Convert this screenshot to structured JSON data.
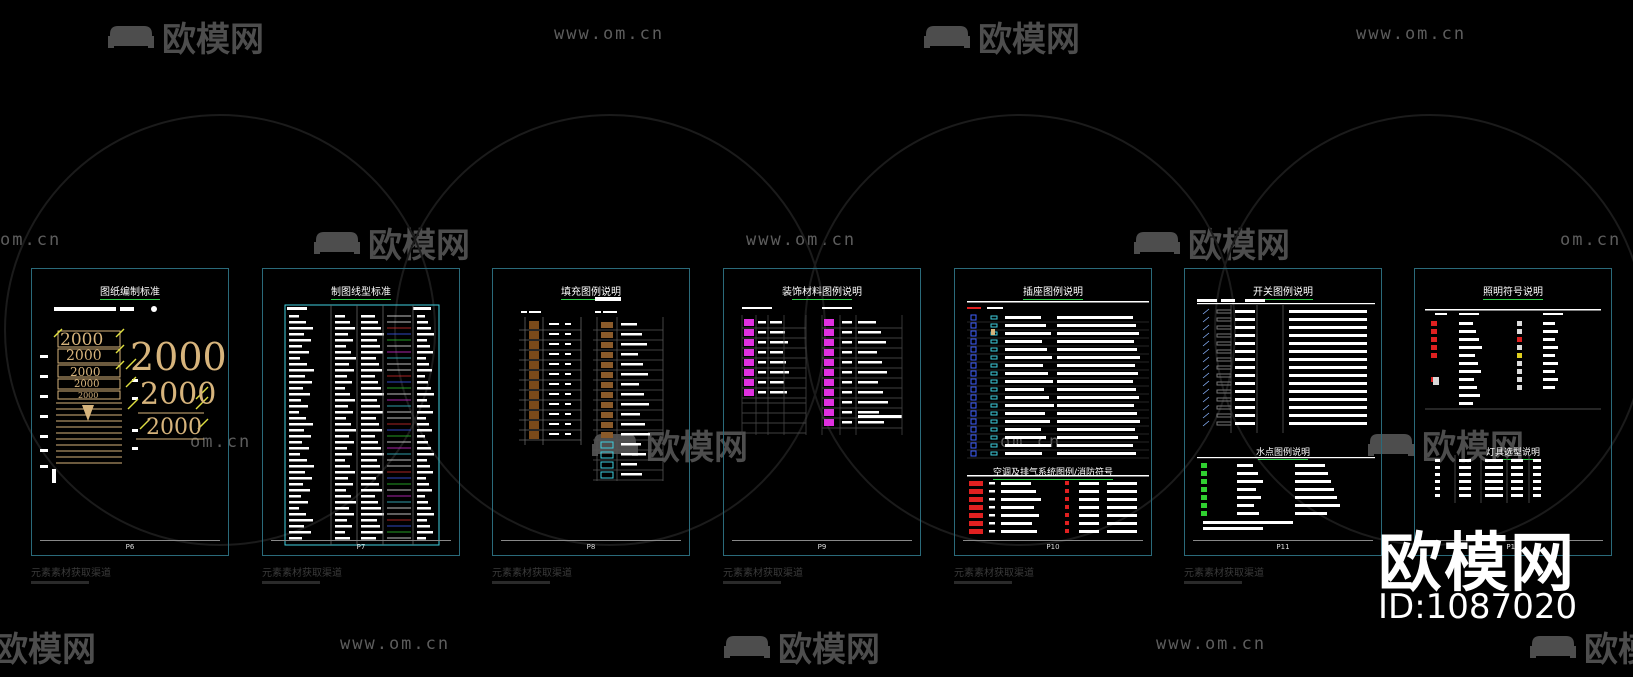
{
  "watermark": {
    "url": "www.om.cn",
    "url_cut": "om.cn",
    "brand": "欧模网",
    "brand_cut": "欧模网"
  },
  "sheets": [
    {
      "title": "图纸编制标准",
      "page": "P6",
      "caption": "元素素材获取渠道"
    },
    {
      "title": "制图线型标准",
      "page": "P7",
      "caption": "元素素材获取渠道"
    },
    {
      "title": "填充图例说明",
      "page": "P8",
      "caption": "元素素材获取渠道"
    },
    {
      "title": "装饰材料图例说明",
      "page": "P9",
      "caption": "元素素材获取渠道"
    },
    {
      "title": "插座图例说明",
      "subtitle": "空调及排气系统图例/消防符号",
      "page": "P10",
      "caption": "元素素材获取渠道"
    },
    {
      "title": "开关图例说明",
      "subtitle": "水点图例说明",
      "page": "P11",
      "caption": "元素素材获取渠道"
    },
    {
      "title": "照明符号说明",
      "subtitle": "灯具选型说明",
      "page": "P12"
    }
  ],
  "p6_numbers": [
    "2000",
    "2000",
    "2000",
    "2000",
    "2000",
    "2000",
    "2000",
    "2000"
  ],
  "brand_logo": {
    "name": "欧模网",
    "id": "ID:1087020"
  },
  "colors": {
    "frame": "#2a6a7a",
    "underline": "#2fd14a",
    "tan": "#d7b47c",
    "cyan": "#3fd0e0",
    "magenta": "#e030e0",
    "blue": "#4060ff",
    "red": "#e02020",
    "green": "#30d030",
    "yellow": "#e0d020"
  }
}
